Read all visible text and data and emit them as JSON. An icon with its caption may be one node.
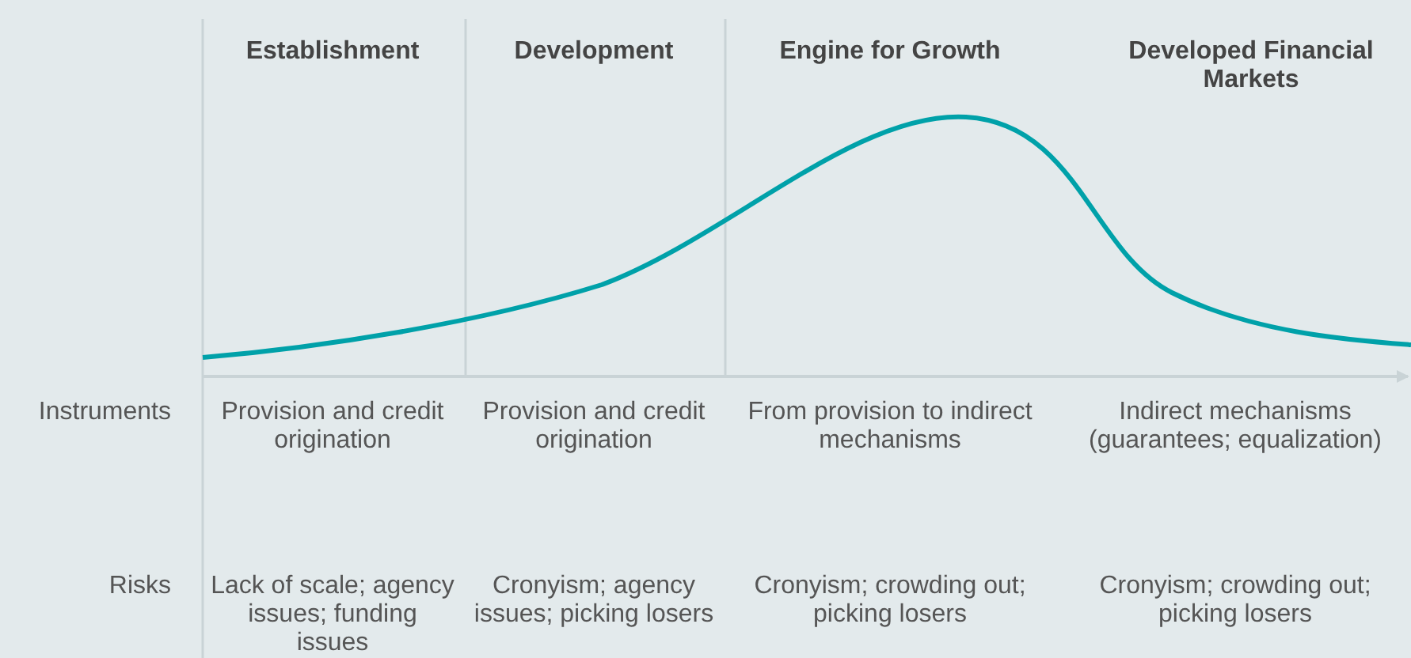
{
  "diagram": {
    "labels": [
      "Establishment",
      "Development",
      "Engine for Growth",
      "Developed Financial Markets",
      "Instruments",
      "Provision and credit origination",
      "Provision and credit origination",
      "From provision to indirect mechanisms",
      "Indirect mechanisms (guarantees; equalization)",
      "Risks",
      "Lack of scale; agency issues; funding issues",
      "Cronyism; agency issues; picking losers",
      "Cronyism; crowding out; picking losers",
      "Cronyism; crowding out; picking losers"
    ]
  }
}
